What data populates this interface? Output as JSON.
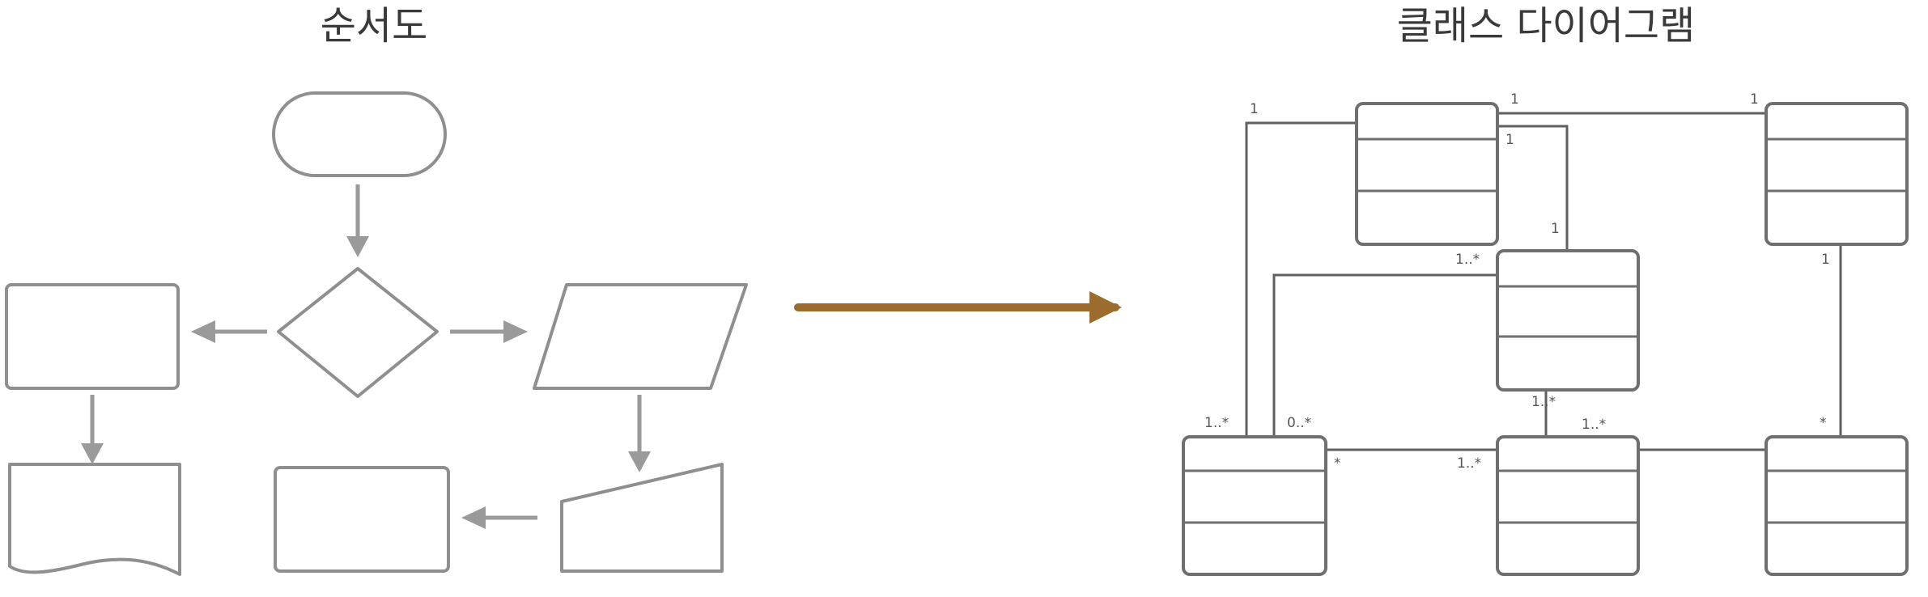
{
  "diagram": {
    "left_title": "순서도",
    "right_title": "클래스 다이어그램",
    "arrow_color": "#9c6b2e",
    "shapes": [
      "terminator",
      "decision",
      "process",
      "data-input-output",
      "document",
      "process",
      "manual-input"
    ],
    "multiplicities": {
      "m1": "1",
      "m2": "1",
      "m3": "1",
      "m4": "1",
      "m5": "1",
      "m6": "1",
      "m7": "1..*",
      "m8": "1..*",
      "m9": "0..*",
      "m10": "*",
      "m11": "1..*",
      "m12": "1..*",
      "m13": "1..*",
      "m14": "*"
    }
  }
}
